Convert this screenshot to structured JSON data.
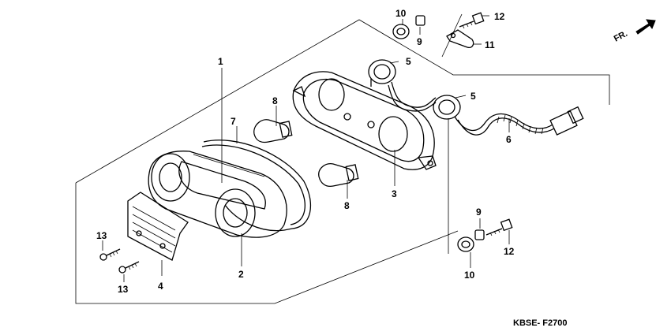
{
  "diagram": {
    "orientation_label": "FR.",
    "diagram_code": "KBSE- F2700",
    "callouts": {
      "c1": "1",
      "c2": "2",
      "c3": "3",
      "c4": "4",
      "c5a": "5",
      "c5b": "5",
      "c6": "6",
      "c7": "7",
      "c8a": "8",
      "c8b": "8",
      "c9a": "9",
      "c9b": "9",
      "c10a": "10",
      "c10b": "10",
      "c11": "11",
      "c12a": "12",
      "c12b": "12",
      "c13a": "13",
      "c13b": "13"
    }
  }
}
